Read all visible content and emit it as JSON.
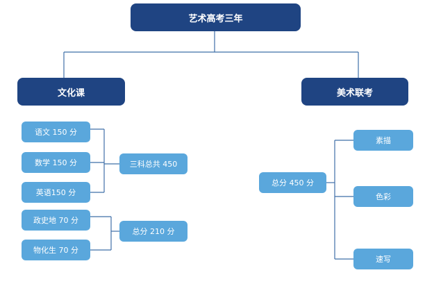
{
  "root": {
    "label": "艺术高考三年"
  },
  "culture": {
    "label": "文化课",
    "group_a": {
      "items": [
        {
          "label": "语文 150 分"
        },
        {
          "label": "数学 150 分"
        },
        {
          "label": "英语150 分"
        }
      ],
      "total": "三科总共 450"
    },
    "group_b": {
      "items": [
        {
          "label": "政史地 70 分"
        },
        {
          "label": "物化生 70 分"
        }
      ],
      "total": "总分 210 分"
    }
  },
  "art": {
    "label": "美术联考",
    "total": "总分 450 分",
    "items": [
      {
        "label": "素描"
      },
      {
        "label": "色彩"
      },
      {
        "label": "速写"
      }
    ]
  }
}
